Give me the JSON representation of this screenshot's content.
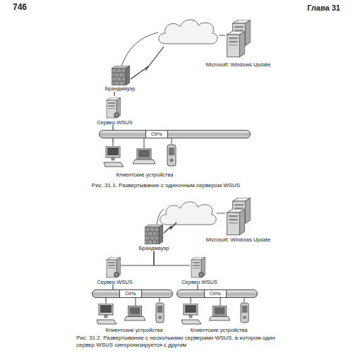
{
  "diagram": {
    "nodes": [
      {
        "text": [
          "Microsoft: Windows Update"
        ]
      },
      {
        "text": [
          "Брандмауэр"
        ]
      },
      {
        "text": [
          "Сервер WSUS"
        ]
      },
      {
        "text": [
          "Сеть"
        ]
      },
      {
        "text": [
          "Клиентские устройства"
        ]
      },
      {
        "text": [
          "Microsoft: Windows Update"
        ]
      },
      {
        "text": [
          "Брандмауэр"
        ]
      },
      {
        "text": [
          "Сервер WSUS"
        ]
      },
      {
        "text": [
          "Сервер WSUS"
        ]
      },
      {
        "text": [
          "Сеть"
        ]
      },
      {
        "text": [
          "Сеть"
        ]
      },
      {
        "text": [
          "Клиентские устройства"
        ]
      },
      {
        "text": [
          "Клиентские устройства"
        ]
      }
    ],
    "edges": [
      {
        "from": 1,
        "to": 2,
        "arrow": "none"
      },
      {
        "from": 2,
        "to": 3,
        "arrow": "none"
      },
      {
        "from": 3,
        "to": 4,
        "arrow": "none"
      },
      {
        "from": 6,
        "to": 7,
        "arrow": "none"
      },
      {
        "from": 6,
        "to": 8,
        "arrow": "none"
      },
      {
        "from": 7,
        "to": 9,
        "arrow": "none"
      },
      {
        "from": 8,
        "to": 10,
        "arrow": "none"
      },
      {
        "from": 9,
        "to": 11,
        "arrow": "none"
      },
      {
        "from": 10,
        "to": 12,
        "arrow": "none"
      }
    ],
    "labels": [
      "746",
      "Глава 31",
      "Рис. 31.1. Развертывание с одиночным сервером WSUS",
      "Рис. 31.2. Развертывание с несколькими серверами WSUS, в котором один сервер WSUS синхронизируется с другим"
    ]
  }
}
